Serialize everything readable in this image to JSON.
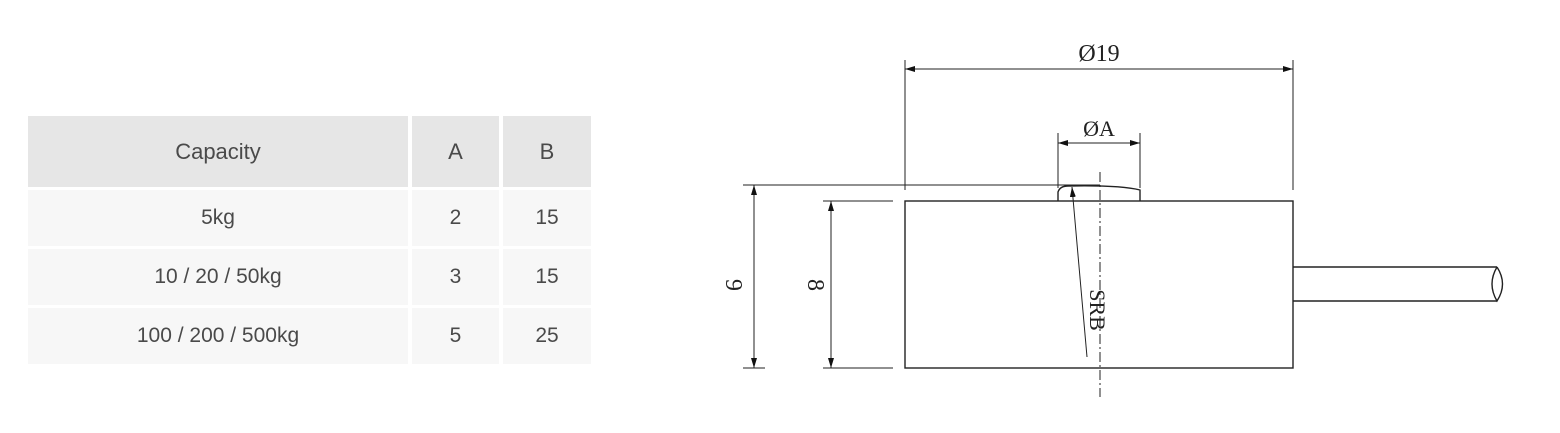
{
  "table": {
    "headers": [
      "Capacity",
      "A",
      "B"
    ],
    "rows": [
      [
        "5kg",
        "2",
        "15"
      ],
      [
        "10 /  20 / 50kg",
        "3",
        "15"
      ],
      [
        "100 /  200 / 500kg",
        "5",
        "25"
      ]
    ]
  },
  "drawing": {
    "dim_diameter": "Ø19",
    "dim_button": "ØA",
    "dim_total_height": "9",
    "dim_body_height": "8",
    "dim_radius": "SRB"
  }
}
